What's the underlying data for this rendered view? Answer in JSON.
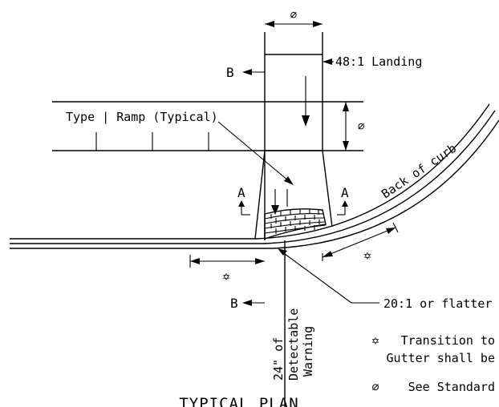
{
  "title": "TYPICAL PLAN",
  "labels": {
    "landing": "48:1 Landing",
    "ramp": "Type | Ramp (Typical)",
    "back_of_curb": "Back of curb",
    "slope": "20:1 or flatter",
    "warning_line1": "24\" of",
    "warning_line2": "Detectable",
    "warning_line3": "Warning"
  },
  "section_marks": {
    "b_top": "B",
    "b_bottom": "B",
    "a_left": "A",
    "a_right": "A"
  },
  "legend": {
    "star_line1": "Transition to",
    "star_line2": "Gutter shall be",
    "std": "See Standard"
  },
  "symbols": {
    "std_symbol": "⌀",
    "star_symbol": "✡"
  }
}
